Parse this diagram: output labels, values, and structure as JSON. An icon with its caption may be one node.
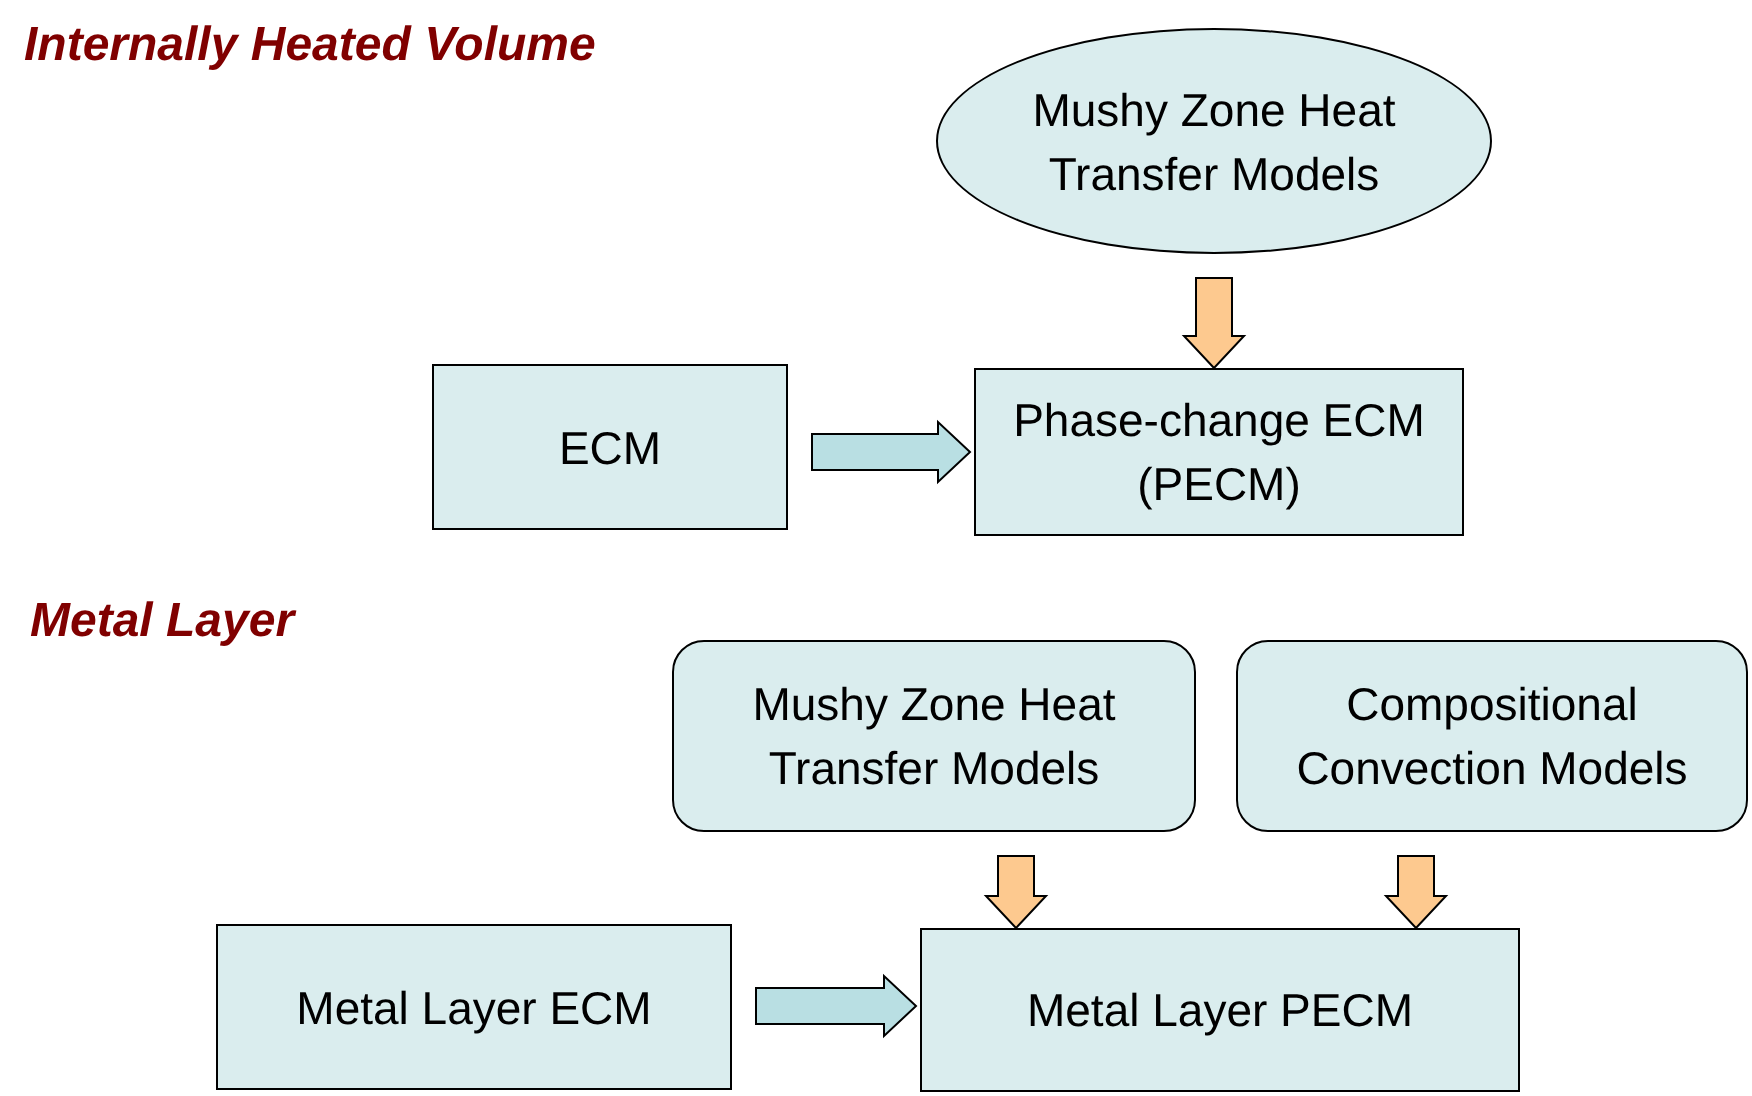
{
  "diagram": {
    "nodes": [
      {
        "text": [
          "Mushy Zone Heat Transfer Models"
        ]
      },
      {
        "text": [
          "ECM"
        ]
      },
      {
        "text": [
          "Phase-change ECM (PECM)"
        ]
      },
      {
        "text": [
          "Mushy Zone Heat Transfer Models"
        ]
      },
      {
        "text": [
          "Compositional Convection Models"
        ]
      },
      {
        "text": [
          "Metal Layer ECM"
        ]
      },
      {
        "text": [
          "Metal Layer PECM"
        ]
      }
    ],
    "edges": [
      {
        "from": 0,
        "to": 2,
        "arrow": "to"
      },
      {
        "from": 1,
        "to": 2,
        "arrow": "to",
        "color": "#b9dfe3"
      },
      {
        "from": 3,
        "to": 6,
        "arrow": "to"
      },
      {
        "from": 4,
        "to": 6,
        "arrow": "to"
      },
      {
        "from": 5,
        "to": 6,
        "arrow": "to",
        "color": "#b9dfe3"
      }
    ],
    "labels": [
      "Internally Heated Volume",
      "Metal Layer"
    ]
  }
}
